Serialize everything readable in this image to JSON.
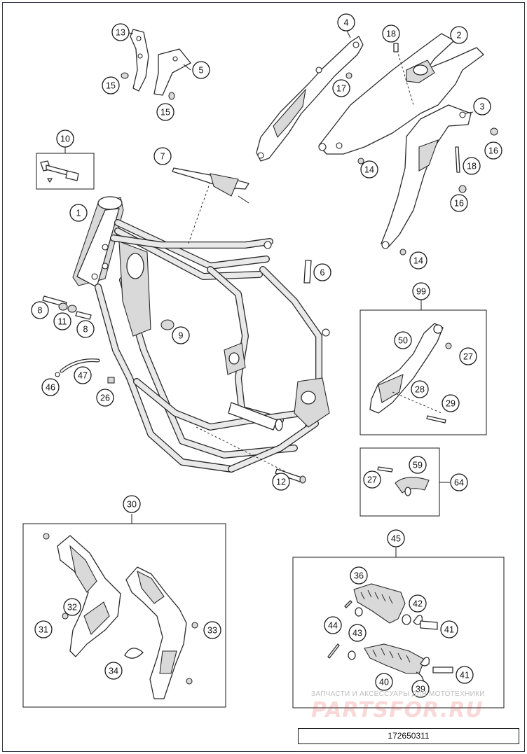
{
  "diagram_id": "172650311",
  "watermark": {
    "caption": "ЗАПЧАСТИ И АКСЕССУАРЫ ДЛЯ МОТОТЕХНИКИ",
    "logo": "PARTSFOR.RU"
  },
  "callouts": [
    {
      "id": "c13",
      "label": "13"
    },
    {
      "id": "c5",
      "label": "5"
    },
    {
      "id": "c15a",
      "label": "15"
    },
    {
      "id": "c15b",
      "label": "15"
    },
    {
      "id": "c4",
      "label": "4"
    },
    {
      "id": "c18a",
      "label": "18"
    },
    {
      "id": "c2",
      "label": "2"
    },
    {
      "id": "c17",
      "label": "17"
    },
    {
      "id": "c3",
      "label": "3"
    },
    {
      "id": "c16a",
      "label": "16"
    },
    {
      "id": "c18b",
      "label": "18"
    },
    {
      "id": "c14a",
      "label": "14"
    },
    {
      "id": "c16b",
      "label": "16"
    },
    {
      "id": "c14b",
      "label": "14"
    },
    {
      "id": "c10",
      "label": "10"
    },
    {
      "id": "c7",
      "label": "7"
    },
    {
      "id": "c1",
      "label": "1"
    },
    {
      "id": "c6",
      "label": "6"
    },
    {
      "id": "c8a",
      "label": "8"
    },
    {
      "id": "c11",
      "label": "11"
    },
    {
      "id": "c8b",
      "label": "8"
    },
    {
      "id": "c9",
      "label": "9"
    },
    {
      "id": "c99",
      "label": "99"
    },
    {
      "id": "c50",
      "label": "50"
    },
    {
      "id": "c27a",
      "label": "27"
    },
    {
      "id": "c28",
      "label": "28"
    },
    {
      "id": "c29",
      "label": "29"
    },
    {
      "id": "c47",
      "label": "47"
    },
    {
      "id": "c46",
      "label": "46"
    },
    {
      "id": "c26",
      "label": "26"
    },
    {
      "id": "c59",
      "label": "59"
    },
    {
      "id": "c27b",
      "label": "27"
    },
    {
      "id": "c64",
      "label": "64"
    },
    {
      "id": "c12",
      "label": "12"
    },
    {
      "id": "c30",
      "label": "30"
    },
    {
      "id": "c45",
      "label": "45"
    },
    {
      "id": "c36",
      "label": "36"
    },
    {
      "id": "c42",
      "label": "42"
    },
    {
      "id": "c32",
      "label": "32"
    },
    {
      "id": "c44",
      "label": "44"
    },
    {
      "id": "c31",
      "label": "31"
    },
    {
      "id": "c33",
      "label": "33"
    },
    {
      "id": "c43",
      "label": "43"
    },
    {
      "id": "c41a",
      "label": "41"
    },
    {
      "id": "c34",
      "label": "34"
    },
    {
      "id": "c40",
      "label": "40"
    },
    {
      "id": "c41b",
      "label": "41"
    },
    {
      "id": "c39",
      "label": "39"
    }
  ]
}
